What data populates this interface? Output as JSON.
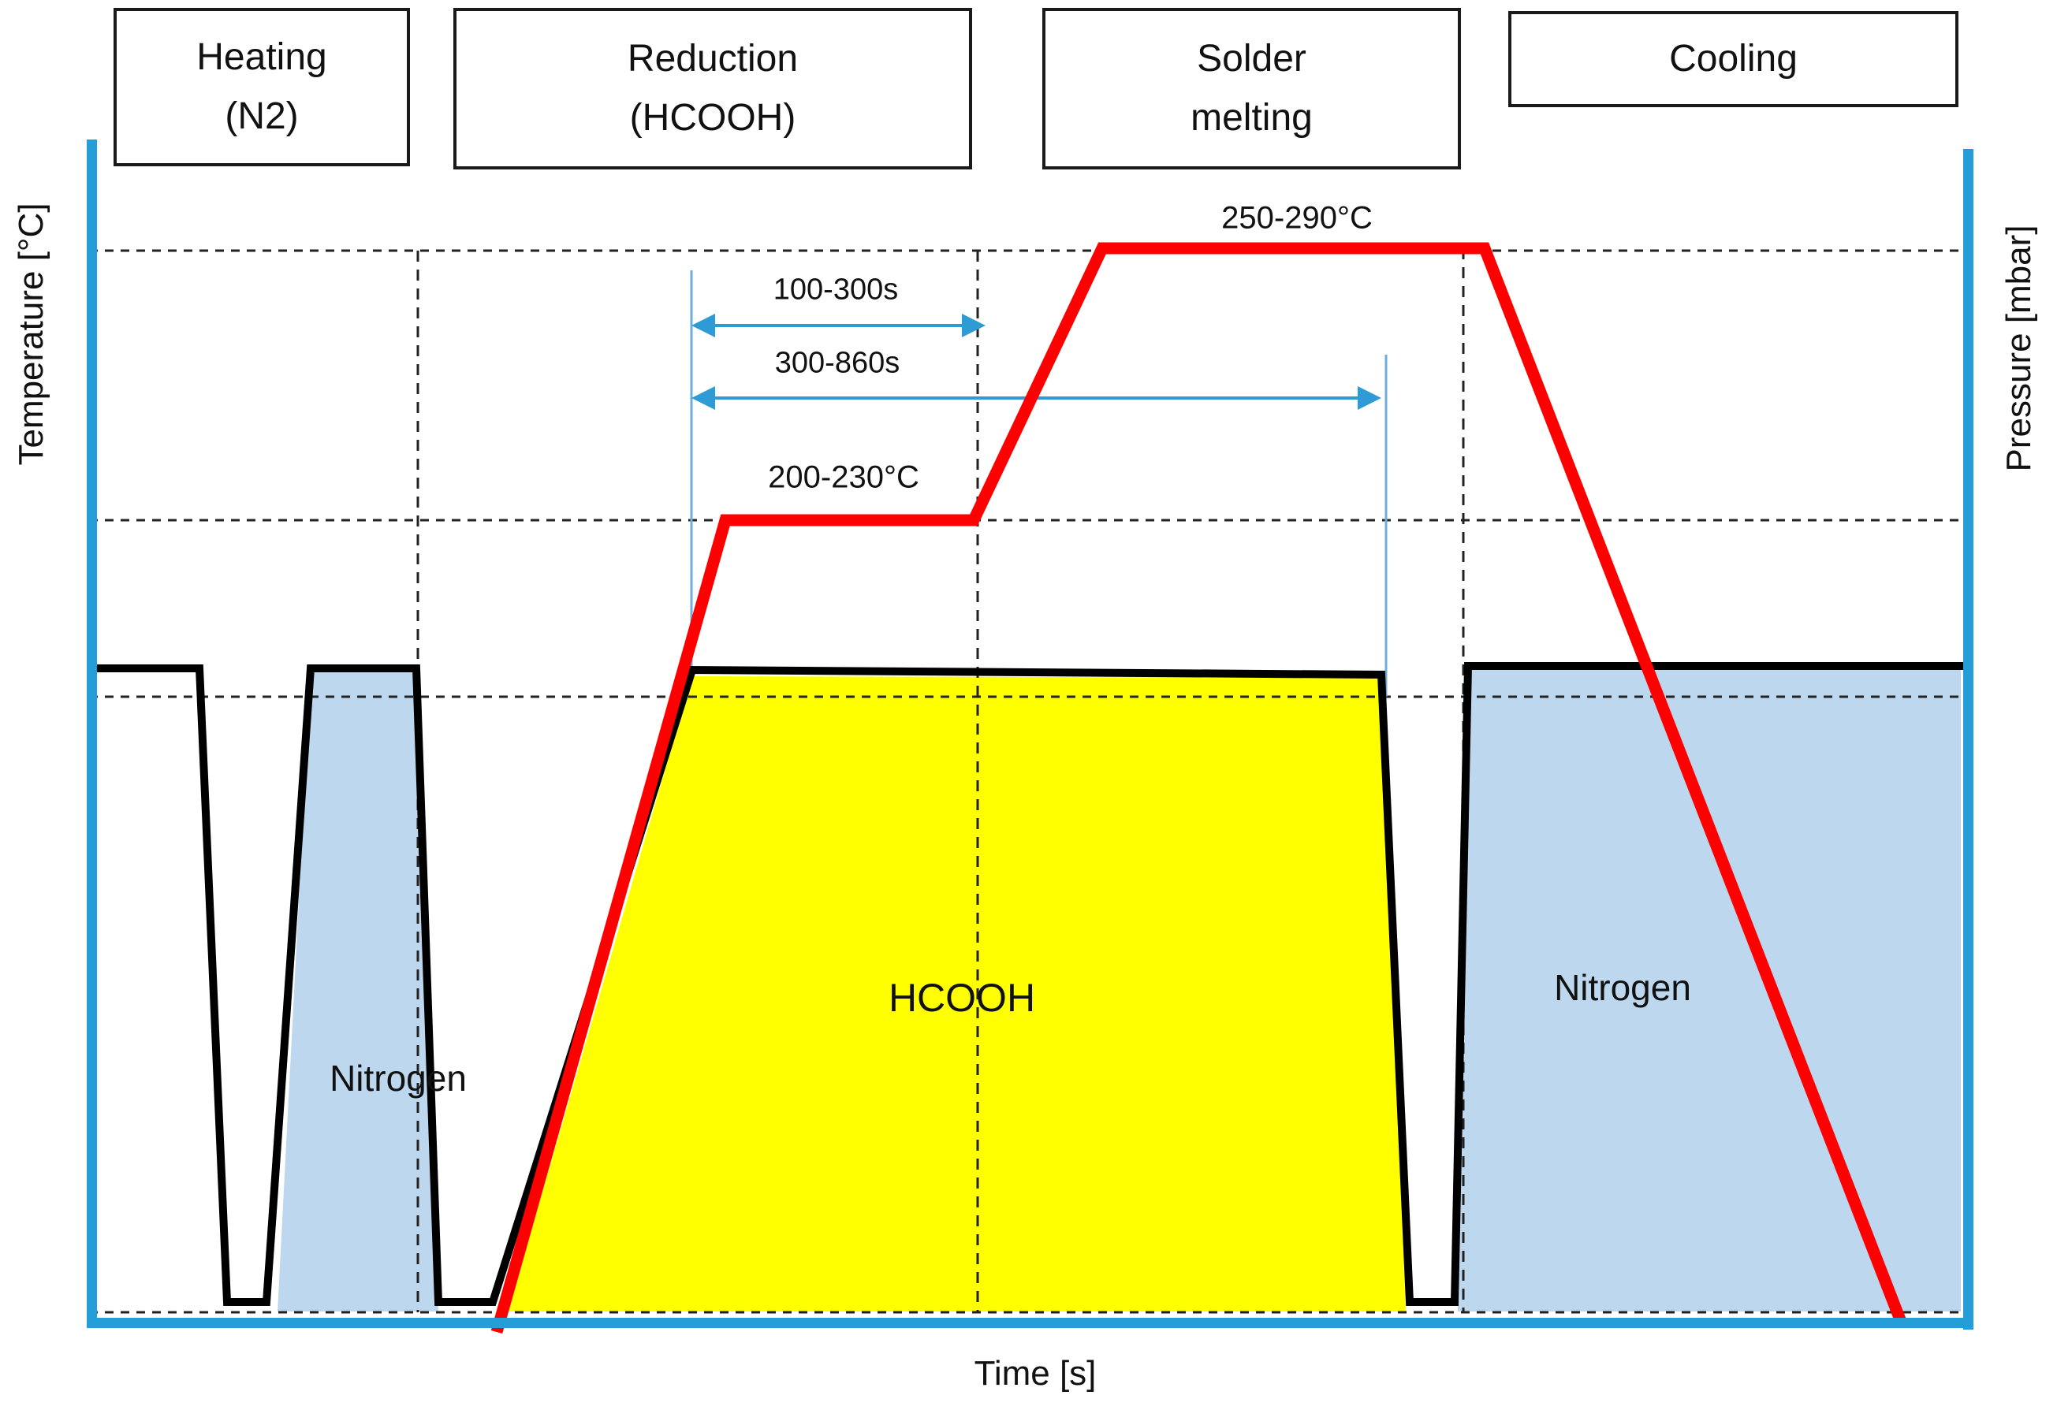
{
  "chart_data": {
    "type": "line",
    "title": "Formic acid vacuum soldering process profile",
    "x_axis": {
      "label": "Time [s]",
      "tick_labels": []
    },
    "y_axis_left": {
      "label": "Temperature [°C]",
      "tick_labels": []
    },
    "y_axis_right": {
      "label": "Pressure [mbar]",
      "tick_labels": []
    },
    "grid": "dashed reference lines only",
    "legend_position": "none",
    "phases": [
      "Heating (N2)",
      "Reduction (HCOOH)",
      "Solder melting",
      "Cooling"
    ],
    "series": [
      {
        "name": "Temperature",
        "axis": "left",
        "color": "#ff0000",
        "profile": [
          {
            "phase": "Reduction (HCOOH)",
            "action": "ramp up from bottom",
            "start_level": "ambient"
          },
          {
            "phase": "Reduction (HCOOH)",
            "action": "plateau",
            "level": "200-230°C",
            "duration": "100-300s"
          },
          {
            "phase": "Solder melting",
            "action": "ramp up"
          },
          {
            "phase": "Solder melting",
            "action": "plateau",
            "level": "250-290°C"
          },
          {
            "phase": "Cooling",
            "action": "linear ramp down to ambient"
          }
        ]
      },
      {
        "name": "Pressure",
        "axis": "right",
        "color": "#000000",
        "profile": [
          {
            "phase": "Heating (N2)",
            "action": "high plateau at start"
          },
          {
            "phase": "Heating (N2)",
            "action": "pump down to vacuum"
          },
          {
            "phase": "Heating (N2)",
            "action": "nitrogen purge to high plateau",
            "region": "Nitrogen"
          },
          {
            "phase": "Heating (N2)",
            "action": "pump down to vacuum"
          },
          {
            "phase": "Reduction (HCOOH)",
            "action": "HCOOH fill, ramp to high plateau",
            "region": "HCOOH",
            "duration": "300-860s"
          },
          {
            "phase": "Solder melting",
            "action": "pump down to vacuum"
          },
          {
            "phase": "Cooling",
            "action": "nitrogen backfill, high plateau to end",
            "region": "Nitrogen"
          }
        ]
      }
    ],
    "gas_regions": [
      {
        "label": "Nitrogen",
        "fill": "#bdd7ee",
        "phase": "Heating (N2)"
      },
      {
        "label": "HCOOH",
        "fill": "#ffff00",
        "phase": "Reduction (HCOOH) / Solder melting"
      },
      {
        "label": "Nitrogen",
        "fill": "#bdd7ee",
        "phase": "Cooling"
      }
    ],
    "annotations": [
      {
        "text": "250-290°C",
        "meaning": "solder melting peak temperature plateau"
      },
      {
        "text": "100-300s",
        "meaning": "duration of 200-230°C reduction plateau",
        "style": "double-headed arrow"
      },
      {
        "text": "300-860s",
        "meaning": "duration of HCOOH exposure",
        "style": "double-headed arrow"
      },
      {
        "text": "200-230°C",
        "meaning": "formic acid reduction temperature plateau"
      }
    ]
  },
  "phases": [
    {
      "line1": "Heating",
      "line2": "(N2)"
    },
    {
      "line1": "Reduction",
      "line2": "(HCOOH)"
    },
    {
      "line1": "Solder",
      "line2": "melting"
    },
    {
      "line1": "Cooling",
      "line2": ""
    }
  ],
  "axes": {
    "left": "Temperature [°C]",
    "right": "Pressure [mbar]",
    "bottom": "Time [s]"
  },
  "annotations": {
    "peak_temperature": "250-290°C",
    "reduction_time": "100-300s",
    "process_time": "300-860s",
    "reduction_temperature": "200-230°C"
  },
  "regions": {
    "nitrogen_left": "Nitrogen",
    "hcooh": "HCOOH",
    "nitrogen_right": "Nitrogen"
  },
  "colors": {
    "temperature_line": "#ff0000",
    "pressure_line": "#000000",
    "axis_blue": "#259dd7",
    "nitrogen_fill": "#bdd7ee",
    "hcooh_fill": "#ffff00",
    "arrow_blue": "#2e9bd5",
    "annotation_line_blue": "#6faedc"
  }
}
